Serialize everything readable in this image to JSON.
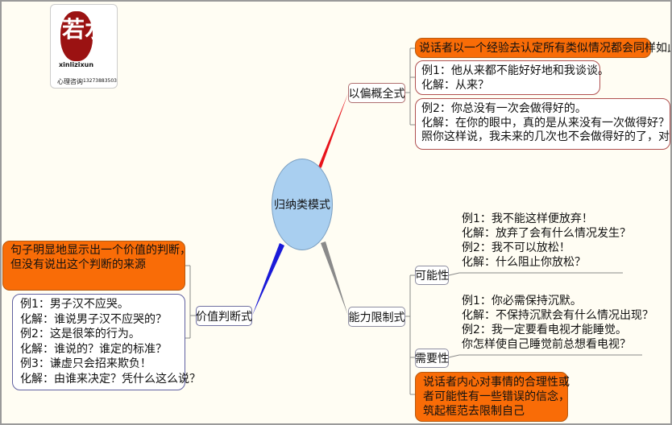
{
  "logo": {
    "brand": "若水",
    "pinyin": "xinlizixun",
    "subtitle": "心理咨询",
    "phone": "13273883503"
  },
  "center": {
    "label": "归纳类模式"
  },
  "branches": {
    "overgeneralization": {
      "label": "以偏概全式",
      "definition": "说话者以一个经验去认定所有类似情况都会同样如此",
      "examples": [
        [
          "例1：他从来都不能好好地和我谈谈。",
          "化解：从来？"
        ],
        [
          "例2：你总没有一次会做得好的。",
          "化解：在你的眼中，真的是从来没有一次做得好？",
          "照你这样说，我未来的几次也不会做得好的了，对吗？"
        ]
      ]
    },
    "ability_limit": {
      "label": "能力限制式",
      "possibility": {
        "label": "可能性",
        "lines": [
          "例1：我不能这样便放弃！",
          "化解：放弃了会有什么情况发生？",
          "例2：我不可以放松！",
          "化解：什么阻止你放松？"
        ]
      },
      "necessity": {
        "label": "需要性",
        "lines": [
          "例1：你必需保持沉默。",
          "化解：不保持沉默会有什么情况出现？",
          "例2：我一定要看电视才能睡觉。",
          "你怎样使自己睡觉前总想看电视？"
        ]
      },
      "definition": [
        "说话者内心对事情的合理性或",
        "者可能性有一些错误的信念，",
        "筑起框范去限制自己"
      ]
    },
    "value_judgment": {
      "label": "价值判断式",
      "definition": [
        "句子明显地显示出一个价值的判断，",
        "但没有说出这个判断的来源"
      ],
      "lines": [
        "例1：男子汉不应哭。",
        "化解：谁说男子汉不应哭的？",
        "例2：这是很笨的行为。",
        "化解：谁说的？谁定的标准？",
        "例3：谦虚只会招来欺负！",
        "化解：由谁来决定？凭什么这么说？"
      ]
    }
  },
  "colors": {
    "red_branch": "#e8131b",
    "gray_branch": "#8a8a8a",
    "blue_branch": "#1a1ad8",
    "orange": "#f96c07",
    "center_fill": "#a9cff0"
  }
}
